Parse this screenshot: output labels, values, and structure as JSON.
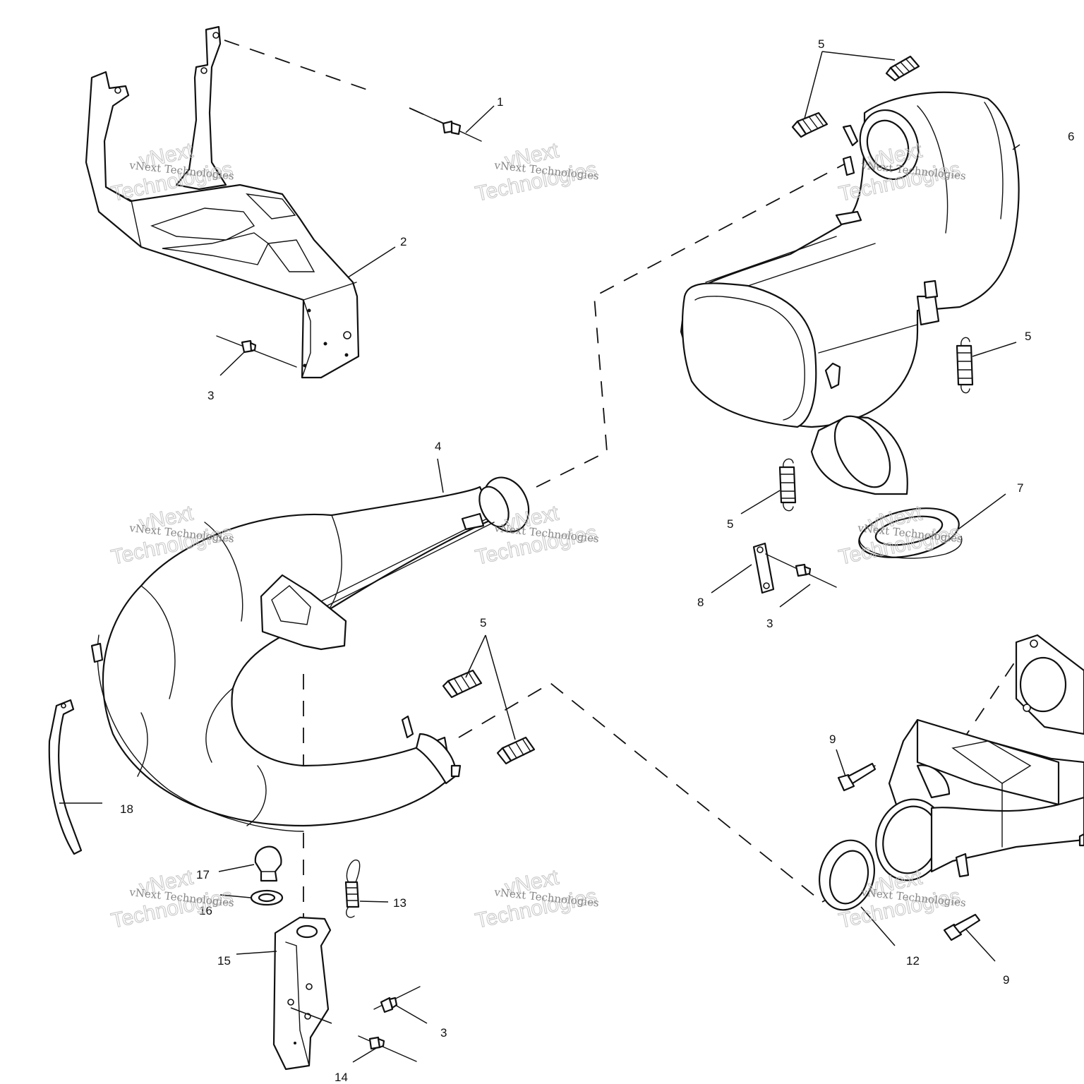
{
  "callouts": {
    "c1": "1",
    "c2": "2",
    "c3a": "3",
    "c3b": "3",
    "c3c": "3",
    "c4": "4",
    "c5a": "5",
    "c5b": "5",
    "c5c": "5",
    "c5d": "5",
    "c6": "6",
    "c7": "7",
    "c8": "8",
    "c9a": "9",
    "c9b": "9",
    "c12": "12",
    "c13": "13",
    "c14": "14",
    "c15": "15",
    "c16": "16",
    "c17": "17",
    "c18": "18"
  },
  "watermark": {
    "line1": "vNext Technologies",
    "line2": "vNext",
    "line3": "Technologies"
  }
}
